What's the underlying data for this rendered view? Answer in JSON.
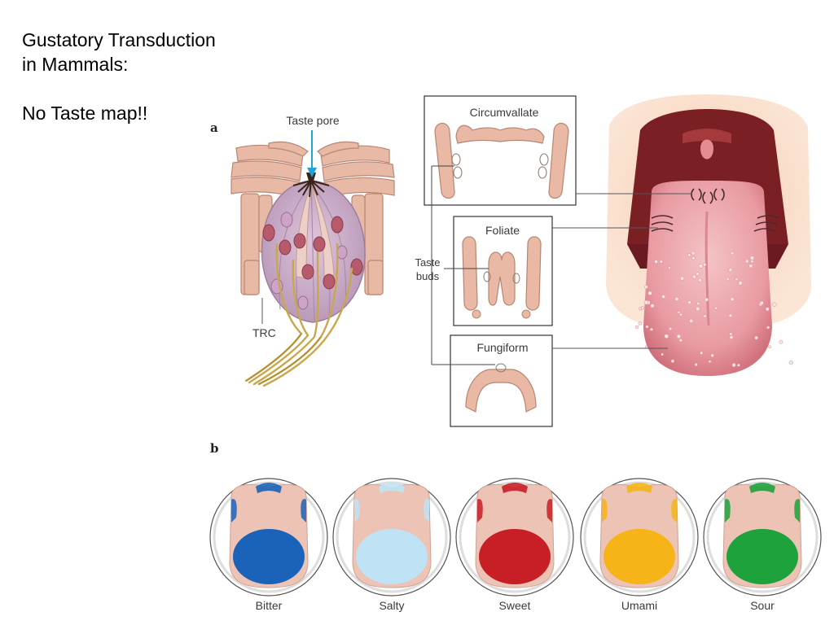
{
  "slide": {
    "title_line1": "Gustatory Transduction",
    "title_line2": "in Mammals:",
    "subtitle": "No Taste map!!"
  },
  "panel_a": {
    "letter": "a",
    "taste_pore": "Taste pore",
    "trc": "TRC",
    "papillae": {
      "circumvallate": "Circumvallate",
      "foliate": "Foliate",
      "fungiform": "Fungiform"
    },
    "taste_buds_line1": "Taste",
    "taste_buds_line2": "buds"
  },
  "panel_b": {
    "letter": "b",
    "tastes": [
      {
        "label": "Bitter",
        "color": "#1b63b8"
      },
      {
        "label": "Salty",
        "color": "#bfe3f5"
      },
      {
        "label": "Sweet",
        "color": "#c81e26"
      },
      {
        "label": "Umami",
        "color": "#f6b418"
      },
      {
        "label": "Sour",
        "color": "#1ea23c"
      }
    ]
  },
  "colors": {
    "skin": "#e8bba8",
    "skin_dark": "#c98f7c",
    "nerve": "#c8a84a",
    "nucleus": "#b6586a",
    "cell_purple": "#cdb3d3",
    "arrow": "#1ca7d8",
    "tongue": "#e79aa3",
    "mouth": "#7a1f24"
  }
}
